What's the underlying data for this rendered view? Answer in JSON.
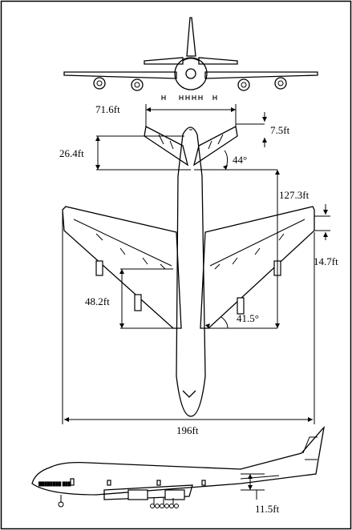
{
  "labels": {
    "tail_span": "71.6ft",
    "tail_offset": "7.5ft",
    "tail_chord": "26.4ft",
    "tail_sweep": "44°",
    "wing_root_to_tail": "127.3ft",
    "winglet_height": "14.7ft",
    "wing_root_chord": "48.2ft",
    "wing_sweep": "41.5°",
    "wingspan": "196ft",
    "engine_height": "11.5ft"
  },
  "icons": {
    "front_view": "front-view-airplane-icon",
    "top_view": "top-view-airplane-icon",
    "side_view": "side-view-airplane-icon"
  },
  "colors": {
    "line": "#000000",
    "background": "#ffffff"
  }
}
